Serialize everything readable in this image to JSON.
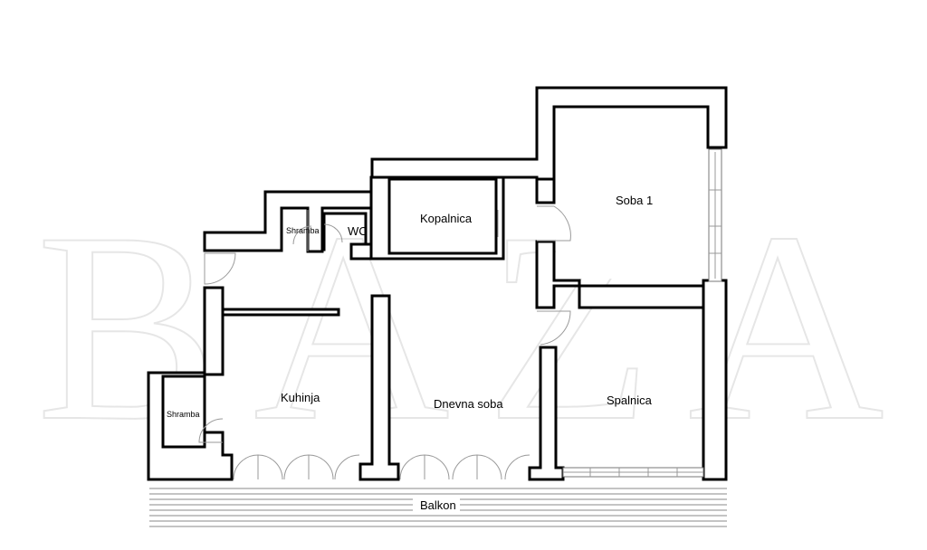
{
  "watermark": "BAZA",
  "rooms": {
    "shramba_top": "Shramba",
    "wc": "WC",
    "kopalnica": "Kopalnica",
    "soba1": "Soba 1",
    "kuhinja": "Kuhinja",
    "shramba_left": "Shramba",
    "dnevna_soba": "Dnevna soba",
    "spalnica": "Spalnica",
    "balkon": "Balkon"
  }
}
